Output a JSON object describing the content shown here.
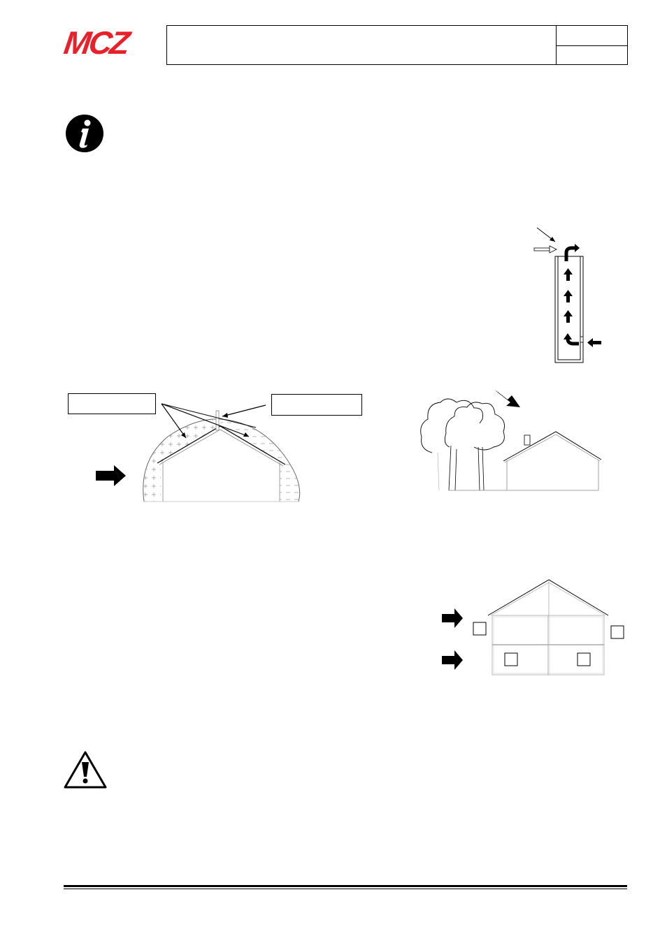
{
  "header": {
    "brand": "MCZ",
    "title": "",
    "code": "",
    "page": ""
  },
  "icons": {
    "info": "info-icon",
    "warning": "warning-icon"
  },
  "diagrams": {
    "chimney_draft": {
      "name": "chimney-draft-diagram"
    },
    "roof_pressure": {
      "label_left": "",
      "label_right": ""
    },
    "trees_house": {
      "name": "trees-wind-diagram"
    },
    "house_section": {
      "name": "house-section-diagram"
    }
  },
  "colors": {
    "brand": "#e8202a",
    "line": "#000000",
    "shade": "#cccccc"
  }
}
